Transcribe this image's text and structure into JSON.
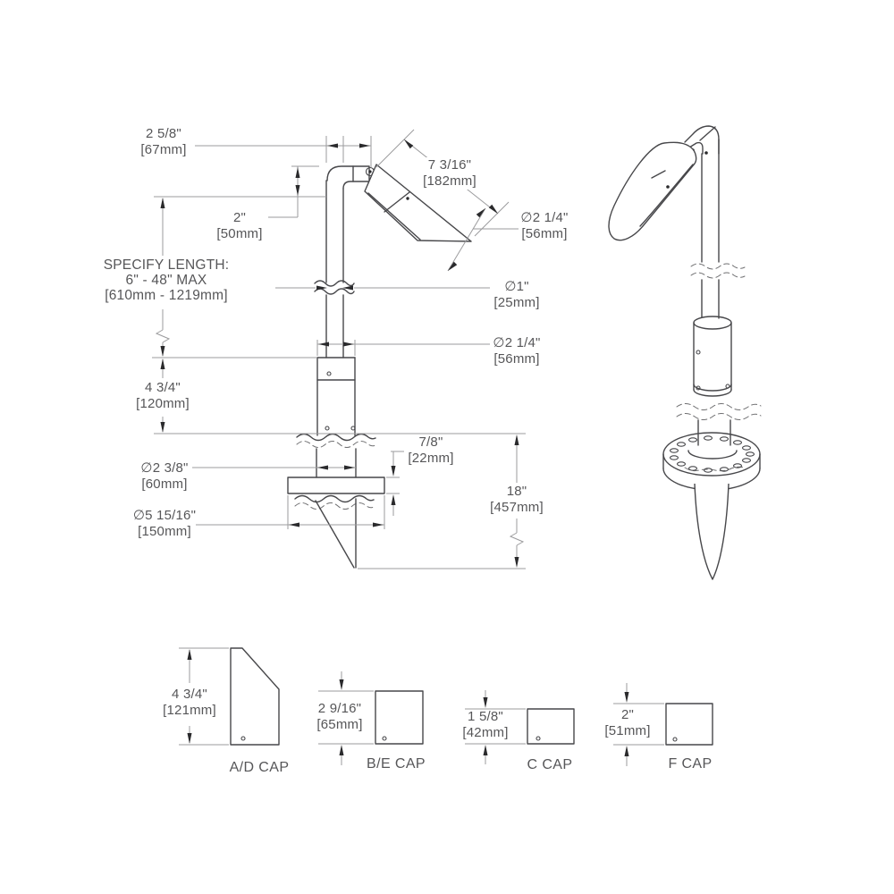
{
  "page": {
    "background": "#ffffff",
    "object_line_color": "#47474a",
    "dim_line_color": "#9b9b9d",
    "arrow_color": "#2a2a2c",
    "text_color": "#565658"
  },
  "dims": {
    "top_offset": {
      "in": "2 5/8\"",
      "mm": "[67mm]"
    },
    "head_length": {
      "in": "7 3/16\"",
      "mm": "[182mm]"
    },
    "head_dia": {
      "in": "∅2 1/4\"",
      "mm": "[56mm]"
    },
    "drop": {
      "in": "2\"",
      "mm": "[50mm]"
    },
    "specify": {
      "l1": "SPECIFY LENGTH:",
      "l2": "6\" - 48\" MAX",
      "l3": "[610mm - 1219mm]"
    },
    "pole_dia": {
      "in": "∅1\"",
      "mm": "[25mm]"
    },
    "body_dia": {
      "in": "∅2 1/4\"",
      "mm": "[56mm]"
    },
    "body_len": {
      "in": "4 3/4\"",
      "mm": "[120mm]"
    },
    "flange_thk": {
      "in": "7/8\"",
      "mm": "[22mm]"
    },
    "stake_dia": {
      "in": "∅2 3/8\"",
      "mm": "[60mm]"
    },
    "stake_len": {
      "in": "18\"",
      "mm": "[457mm]"
    },
    "flange_dia": {
      "in": "∅5 15/16\"",
      "mm": "[150mm]"
    }
  },
  "caps": [
    {
      "name": "A/D CAP",
      "in": "4 3/4\"",
      "mm": "[121mm]"
    },
    {
      "name": "B/E CAP",
      "in": "2 9/16\"",
      "mm": "[65mm]"
    },
    {
      "name": "C CAP",
      "in": "1 5/8\"",
      "mm": "[42mm]"
    },
    {
      "name": "F CAP",
      "in": "2\"",
      "mm": "[51mm]"
    }
  ]
}
